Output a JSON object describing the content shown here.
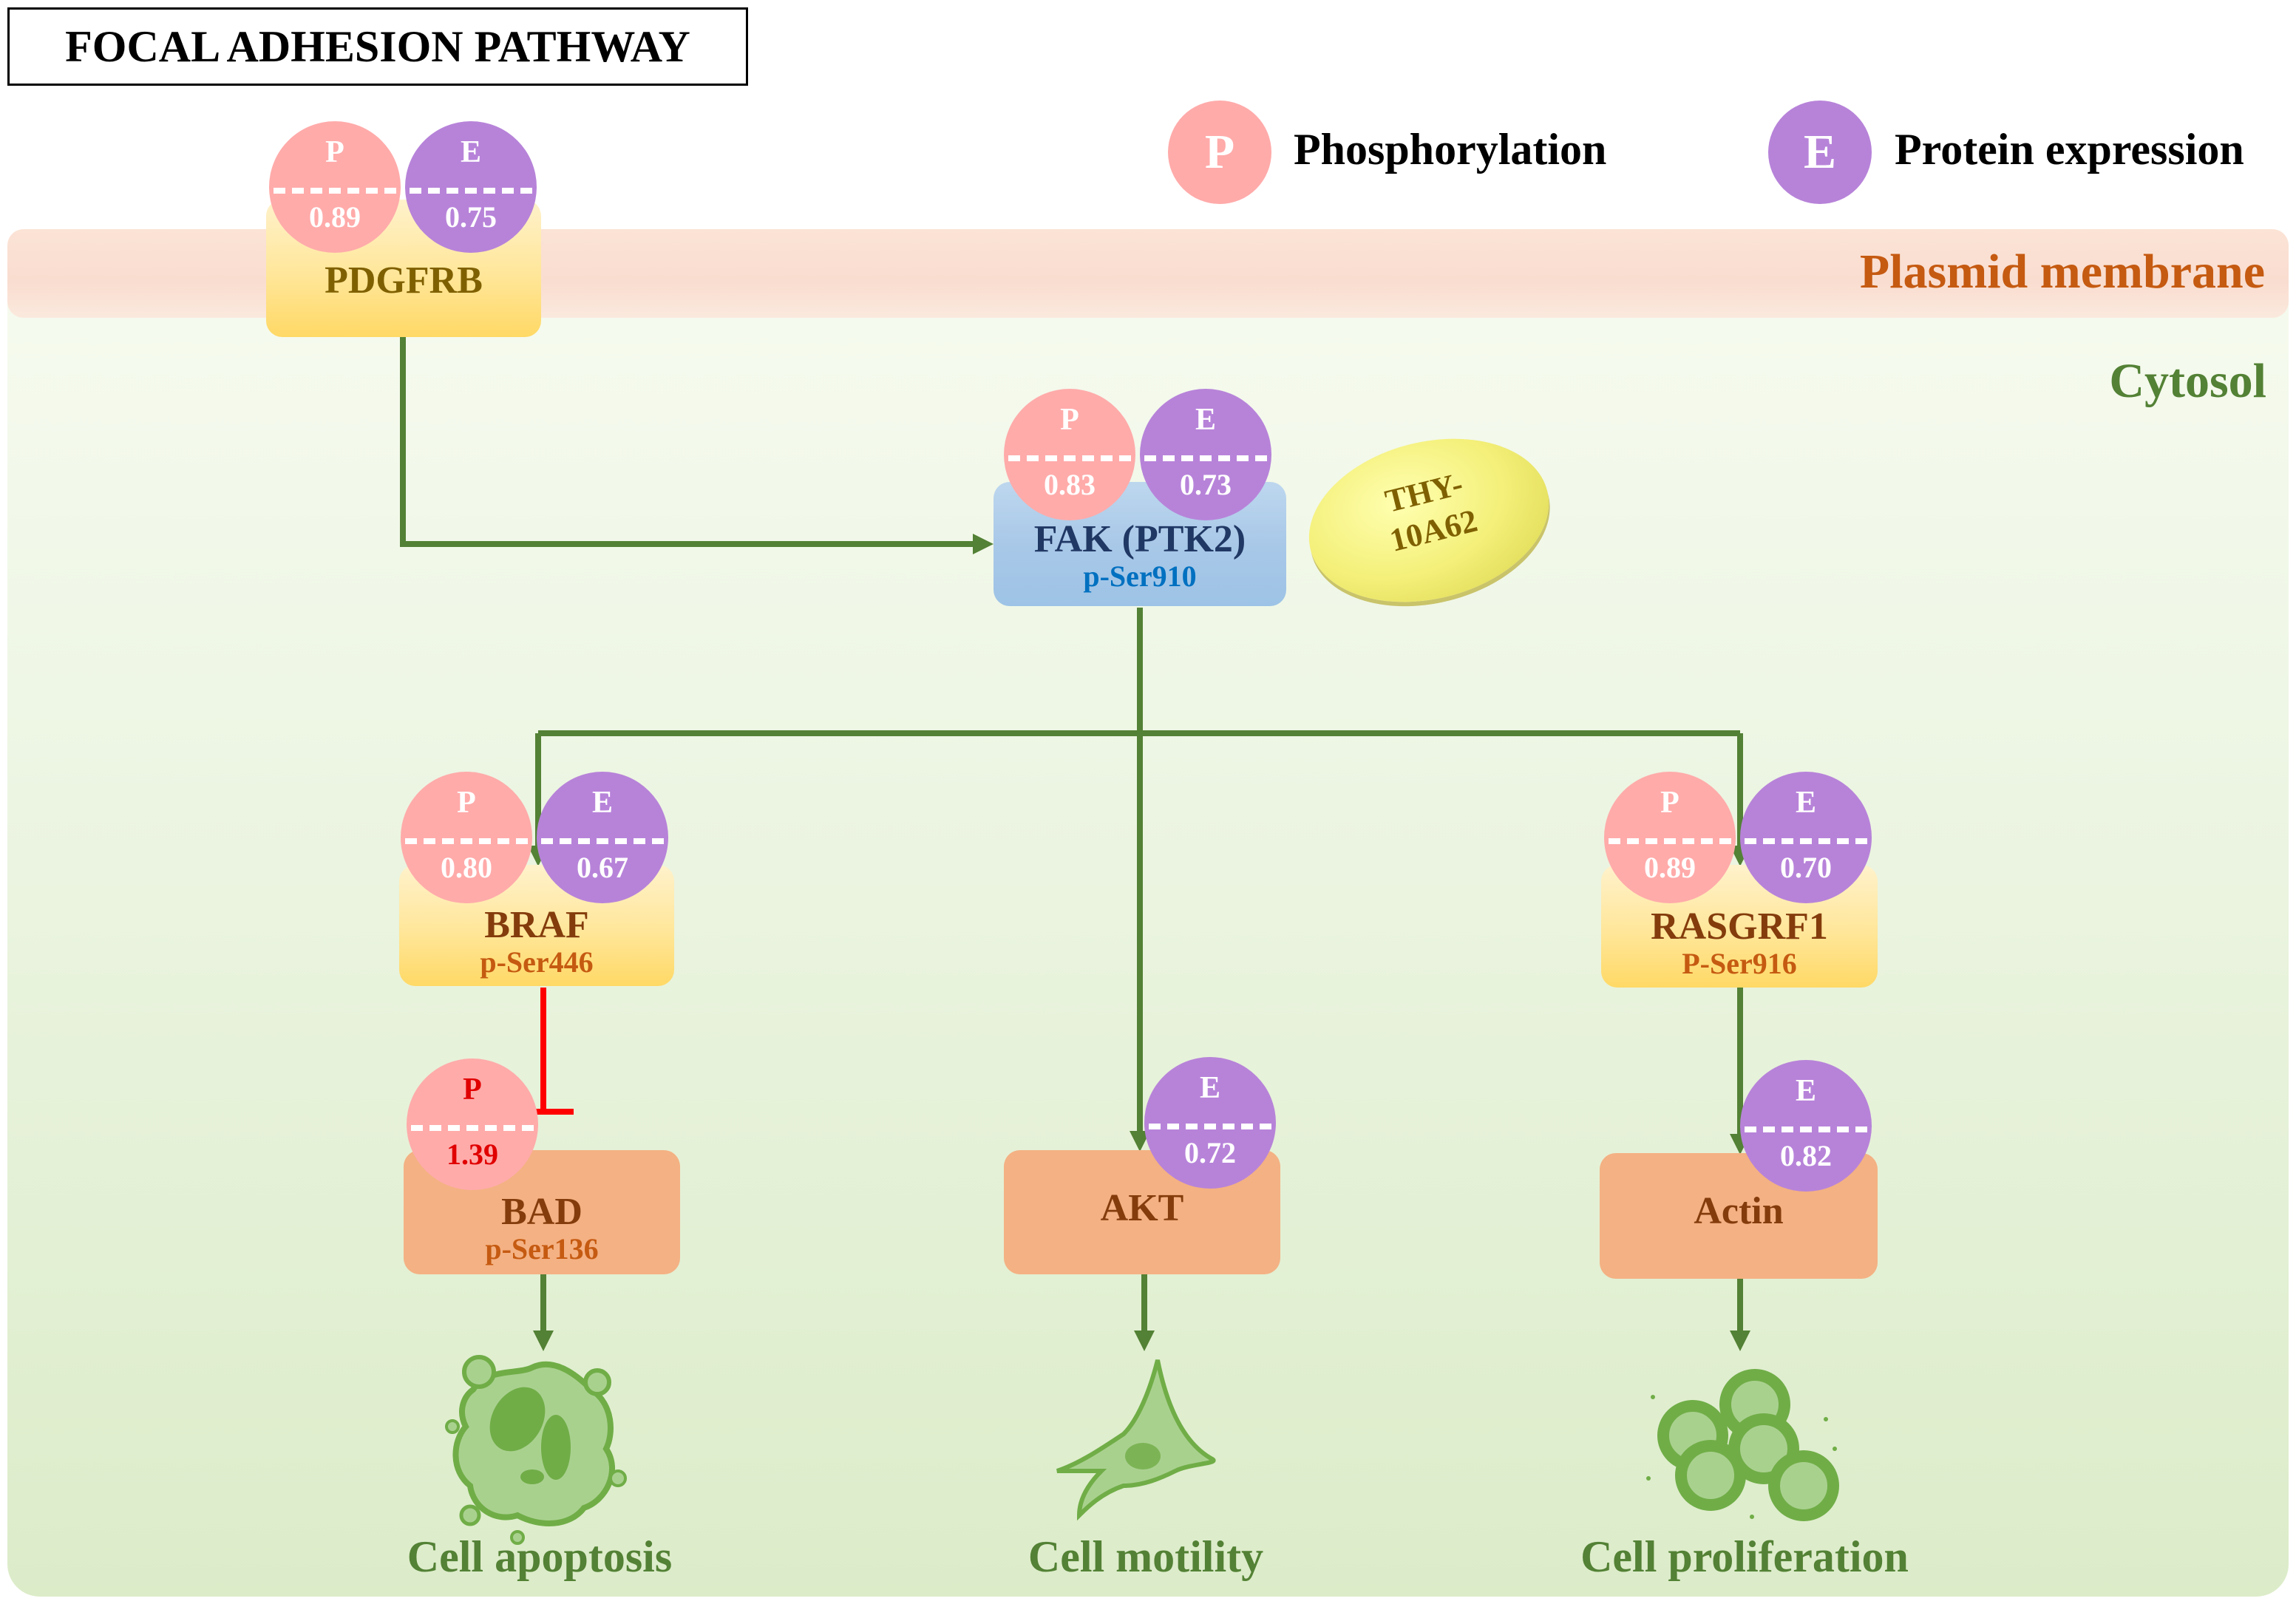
{
  "title": "FOCAL ADHESION PATHWAY",
  "legend": {
    "phosphorylation": {
      "letter": "P",
      "label": "Phosphorylation"
    },
    "expression": {
      "letter": "E",
      "label": "Protein expression"
    }
  },
  "regions": {
    "membrane": "Plasmid membrane",
    "cytosol": "Cytosol"
  },
  "drug": {
    "line1": "THY-",
    "line2": "10A62"
  },
  "colors": {
    "phospho": "#ffabaa",
    "expression": "#b783d9",
    "activation": "#538135",
    "inhibition": "#ff0000"
  },
  "nodes": {
    "pdgfrb": {
      "name": "PDGFRB",
      "p": {
        "letter": "P",
        "value": "0.89"
      },
      "e": {
        "letter": "E",
        "value": "0.75"
      }
    },
    "fak": {
      "name": "FAK (PTK2)",
      "site": "p-Ser910",
      "p": {
        "letter": "P",
        "value": "0.83"
      },
      "e": {
        "letter": "E",
        "value": "0.73"
      }
    },
    "braf": {
      "name": "BRAF",
      "site": "p-Ser446",
      "p": {
        "letter": "P",
        "value": "0.80"
      },
      "e": {
        "letter": "E",
        "value": "0.67"
      }
    },
    "rasgrf1": {
      "name": "RASGRF1",
      "site": "P-Ser916",
      "p": {
        "letter": "P",
        "value": "0.89"
      },
      "e": {
        "letter": "E",
        "value": "0.70"
      }
    },
    "bad": {
      "name": "BAD",
      "site": "p-Ser136",
      "p": {
        "letter": "P",
        "value": "1.39"
      }
    },
    "akt": {
      "name": "AKT",
      "e": {
        "letter": "E",
        "value": "0.72"
      }
    },
    "actin": {
      "name": "Actin",
      "e": {
        "letter": "E",
        "value": "0.82"
      }
    }
  },
  "phenotypes": {
    "apoptosis": "Cell  apoptosis",
    "motility": "Cell  motility",
    "proliferation": "Cell proliferation"
  }
}
